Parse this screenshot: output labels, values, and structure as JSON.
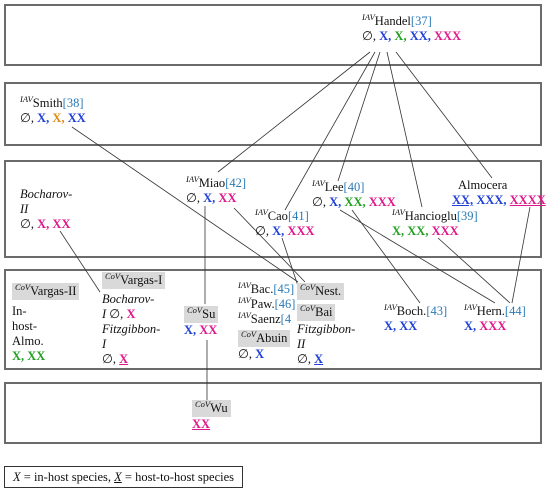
{
  "nodes": {
    "handel": {
      "sup": "IAV",
      "name": "Handel",
      "ref": "[37]"
    },
    "smith": {
      "sup": "IAV",
      "name": "Smith",
      "ref": "[38]"
    },
    "bocharov2": {
      "line1": "Bocharov-",
      "line2": "II"
    },
    "miao": {
      "sup": "IAV",
      "name": "Miao",
      "ref": "[42]"
    },
    "cao": {
      "sup": "IAV",
      "name": "Cao",
      "ref": "[41]"
    },
    "lee": {
      "sup": "IAV",
      "name": "Lee",
      "ref": "[40]"
    },
    "almocera": {
      "name": "Almocera"
    },
    "hancioglu": {
      "sup": "IAV",
      "name": "Hancioglu",
      "ref": "[39]"
    },
    "vargas2": {
      "sup": "CoV",
      "name": "Vargas-II"
    },
    "inhost": {
      "line1": "In-",
      "line2": "host-",
      "line3": "Almo."
    },
    "vargas1": {
      "sup": "CoV",
      "name": "Vargas-I"
    },
    "bocharov1": {
      "line1": "Bocharov-",
      "line2": "I"
    },
    "fitz1": {
      "line1": "Fitzgibbon-",
      "line2": "I"
    },
    "su": {
      "sup": "CoV",
      "name": "Su"
    },
    "bac": {
      "sup": "IAV",
      "name": "Bac.",
      "ref": "[45]"
    },
    "paw": {
      "sup": "IAV",
      "name": "Paw.",
      "ref": "[46]"
    },
    "saenz": {
      "sup": "IAV",
      "name": "Saenz",
      "ref": "[4"
    },
    "abuin": {
      "sup": "CoV",
      "name": "Abuin"
    },
    "nest": {
      "sup": "CoV",
      "name": "Nest."
    },
    "bai": {
      "sup": "CoV",
      "name": "Bai"
    },
    "fitz2": {
      "line1": "Fitzgibbon-",
      "line2": "II"
    },
    "boch": {
      "sup": "IAV",
      "name": "Boch.",
      "ref": "[43]"
    },
    "hern": {
      "sup": "IAV",
      "name": "Hern.",
      "ref": "[44]"
    },
    "wu": {
      "sup": "CoV",
      "name": "Wu"
    }
  },
  "species": {
    "empty": "∅,",
    "handel": [
      "X,",
      "X,",
      "XX,",
      "XXX"
    ],
    "smith": [
      "X,",
      "X,",
      "XX"
    ],
    "bocharov2": [
      "X,",
      "XX"
    ],
    "miao": [
      "X,",
      "XX"
    ],
    "cao": [
      "X,",
      "XXX"
    ],
    "lee": [
      "X,",
      "XX,",
      "XXX"
    ],
    "almocera": [
      "XX,",
      "XXX,",
      "XXXX"
    ],
    "hancioglu": [
      "X,",
      "XX,",
      "XXX"
    ],
    "inhost": [
      "X,",
      "XX"
    ],
    "bocharov1": [
      "X"
    ],
    "fitz1": [
      "X"
    ],
    "su": [
      "X,",
      "XX"
    ],
    "abuin": [
      "X"
    ],
    "bai": [
      "X"
    ],
    "boch": [
      "X,",
      "XX"
    ],
    "hern": [
      "X,",
      "XXX"
    ],
    "wu": [
      "XX"
    ]
  },
  "legend": {
    "x": "X",
    "in_host": " = in-host species, ",
    "x2": "X",
    "host_to_host": " = host-to-host species"
  },
  "colors": {
    "blue": "#1f3fd8",
    "green": "#22a022",
    "orange": "#e08a10",
    "magenta": "#e0178a",
    "tier_border": "#6b6b6b",
    "label_box": "#d9d9d9",
    "ref_link": "#2a7ab5"
  }
}
